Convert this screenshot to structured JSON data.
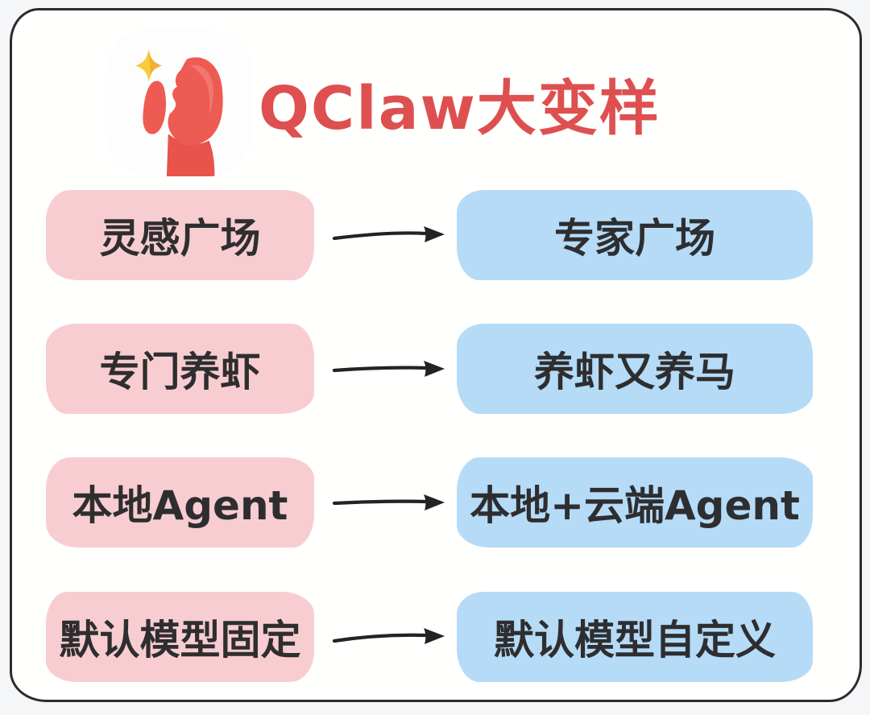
{
  "header": {
    "title": "QClaw大变样",
    "title_color": "#de5050",
    "logo_icon": "claw-holding-sparkle-icon",
    "logo_colors": {
      "claw": "#ee5b52",
      "claw_shadow": "#e8534b",
      "star": "#f8ca3c",
      "tile": "#fdfdfe"
    }
  },
  "colors": {
    "page_background": "#f4f6f8",
    "card_background": "#fffffe",
    "card_border": "#2c2c2e",
    "before_pill": "#f8cdd1",
    "after_pill": "#b5dbf7",
    "pill_text": "#2e2e30",
    "arrow": "#232323"
  },
  "rows": [
    {
      "before": "灵感广场",
      "after": "专家广场"
    },
    {
      "before": "专门养虾",
      "after": "养虾又养马"
    },
    {
      "before": "本地Agent",
      "after": "本地+云端Agent"
    },
    {
      "before": "默认模型固定",
      "after": "默认模型自定义"
    }
  ]
}
